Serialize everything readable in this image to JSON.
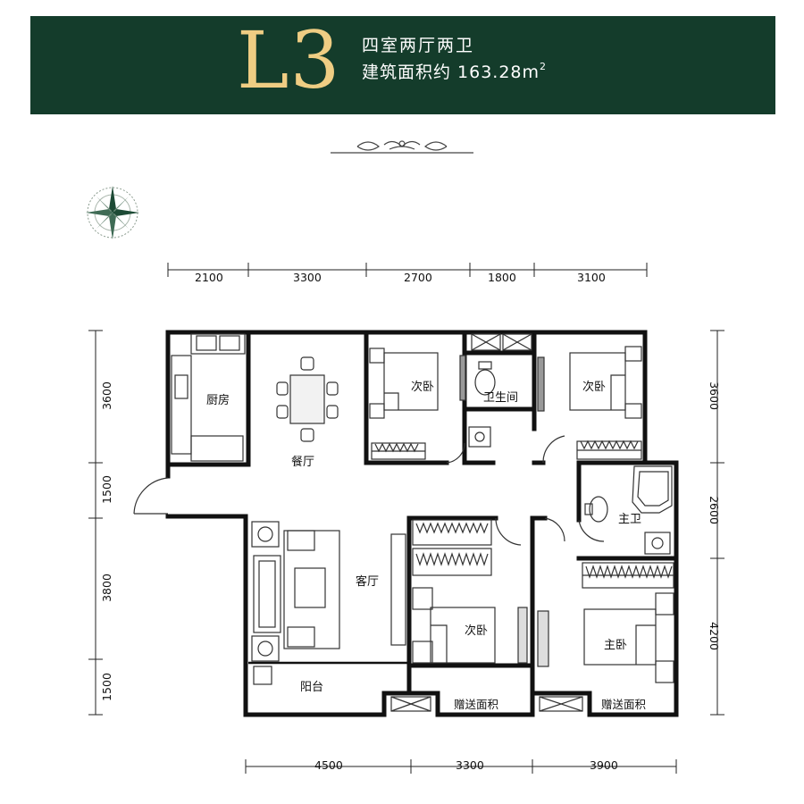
{
  "header": {
    "model_code": "L3",
    "layout": "四室两厅两卫",
    "area_prefix": "建筑面积约 163.28m",
    "area_sup": "2"
  },
  "rooms": {
    "kitchen": "厨房",
    "dining": "餐厅",
    "bedroom_1": "次卧",
    "bathroom": "卫生间",
    "bedroom_2": "次卧",
    "master_bath": "主卫",
    "living": "客厅",
    "bedroom_3": "次卧",
    "master_bedroom": "主卧",
    "balcony": "阳台",
    "bonus_1": "赠送面积",
    "bonus_2": "赠送面积"
  },
  "dims_top": [
    "2100",
    "3300",
    "2700",
    "1800",
    "3100"
  ],
  "dims_bottom": [
    "4500",
    "3300",
    "3900"
  ],
  "dims_left": [
    "3600",
    "1500",
    "3800",
    "1500"
  ],
  "dims_right": [
    "3600",
    "2600",
    "4200"
  ],
  "colors": {
    "banner": "#143c2b",
    "title_gold": "#efcd83",
    "wall": "#111111"
  },
  "icons": [
    "compass-rose-icon",
    "ornament-divider-icon"
  ]
}
